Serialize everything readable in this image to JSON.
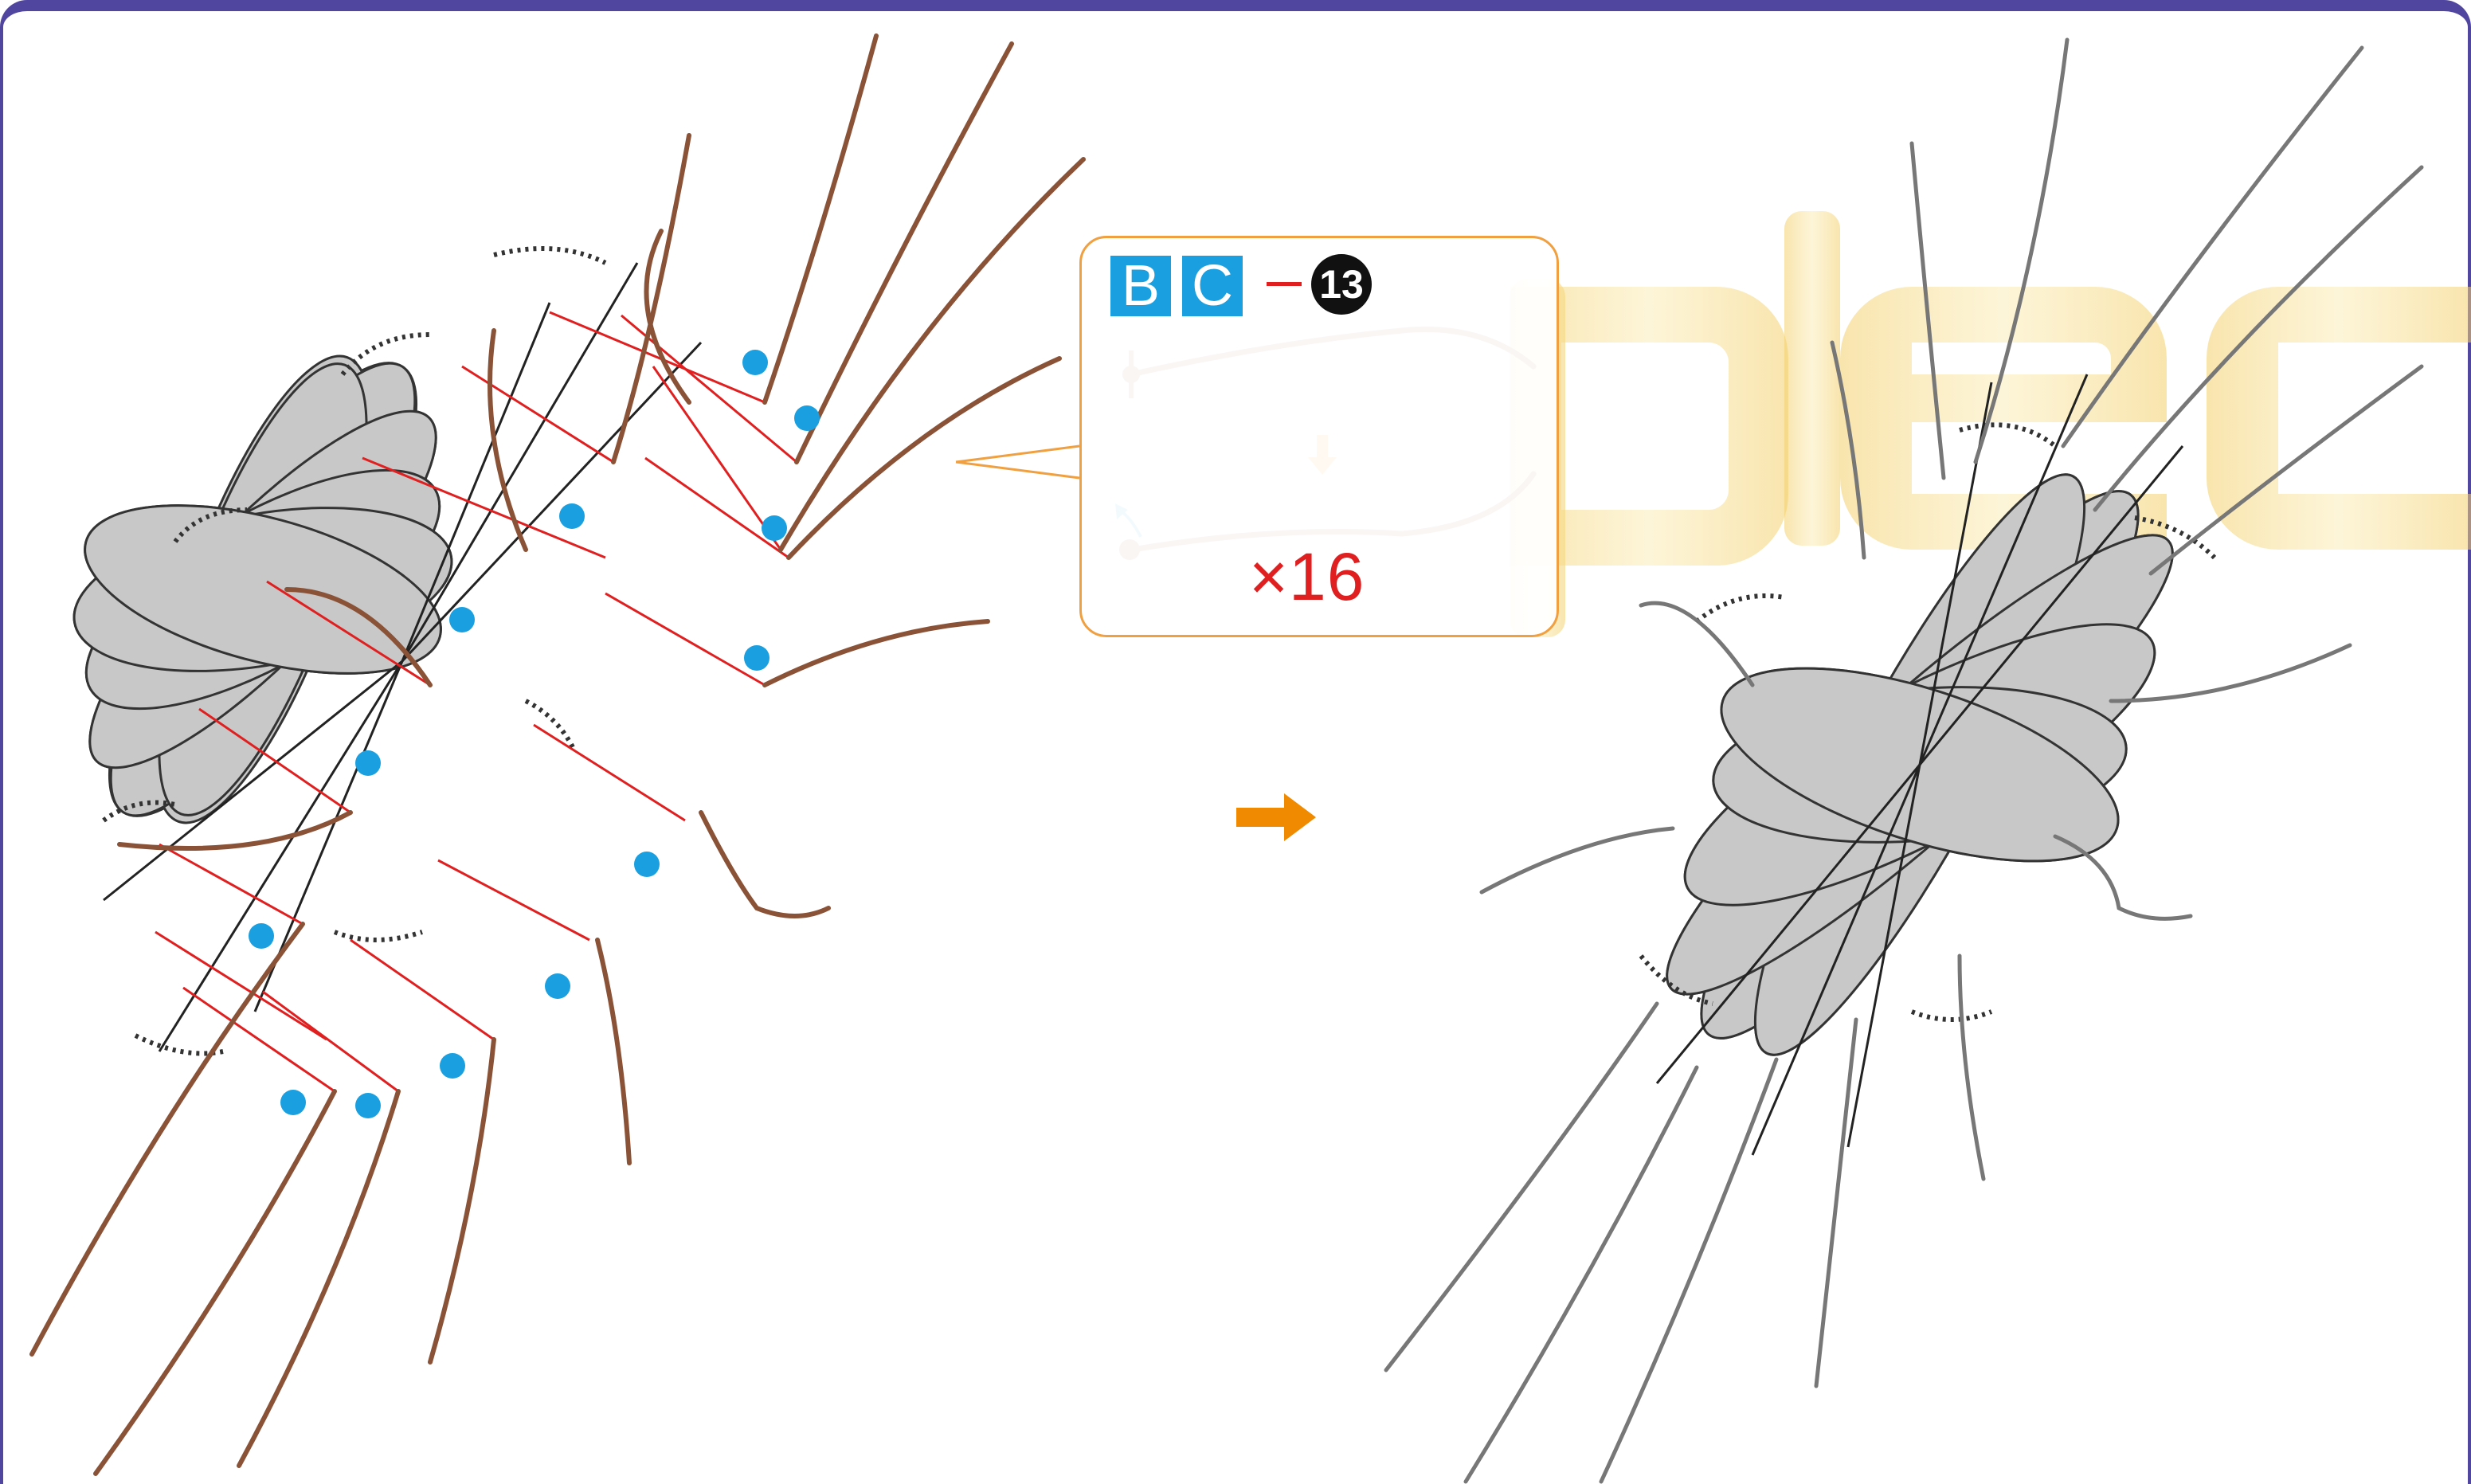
{
  "callout": {
    "badge_1": "B",
    "badge_2": "C",
    "part_number": "13",
    "quantity": "×16"
  },
  "colors": {
    "frame": "#5046a0",
    "callout_border": "#f0a040",
    "badge": "#1aa0e0",
    "highlight_red": "#e02020",
    "arrow_orange": "#f08a00",
    "dot_blue": "#1aa0e0",
    "stem_brown": "#8a5236",
    "petal_gray": "#c8c8c8",
    "watermark": "#f5d878"
  },
  "icons": {
    "step_arrow": "arrow-right-icon",
    "flip_arrow": "rotate-arrow-icon",
    "down_arrow": "arrow-down-icon"
  }
}
